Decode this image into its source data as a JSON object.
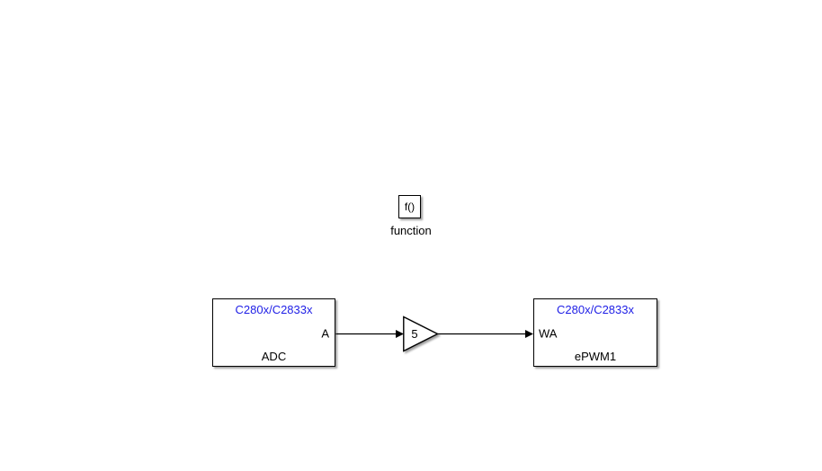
{
  "diagram": {
    "type": "simulink-block-diagram",
    "background_color": "#ffffff",
    "link_text_color": "#1e1ee6",
    "line_color": "#000000",
    "block_fill_color": "#ffffff",
    "blocks": {
      "function": {
        "icon_text": "f()",
        "caption": "function"
      },
      "adc": {
        "header": "C280x/C2833x",
        "output_port": "A",
        "name": "ADC"
      },
      "gain": {
        "value": "5"
      },
      "epwm": {
        "header": "C280x/C2833x",
        "input_port": "WA",
        "name": "ePWM1"
      }
    }
  }
}
